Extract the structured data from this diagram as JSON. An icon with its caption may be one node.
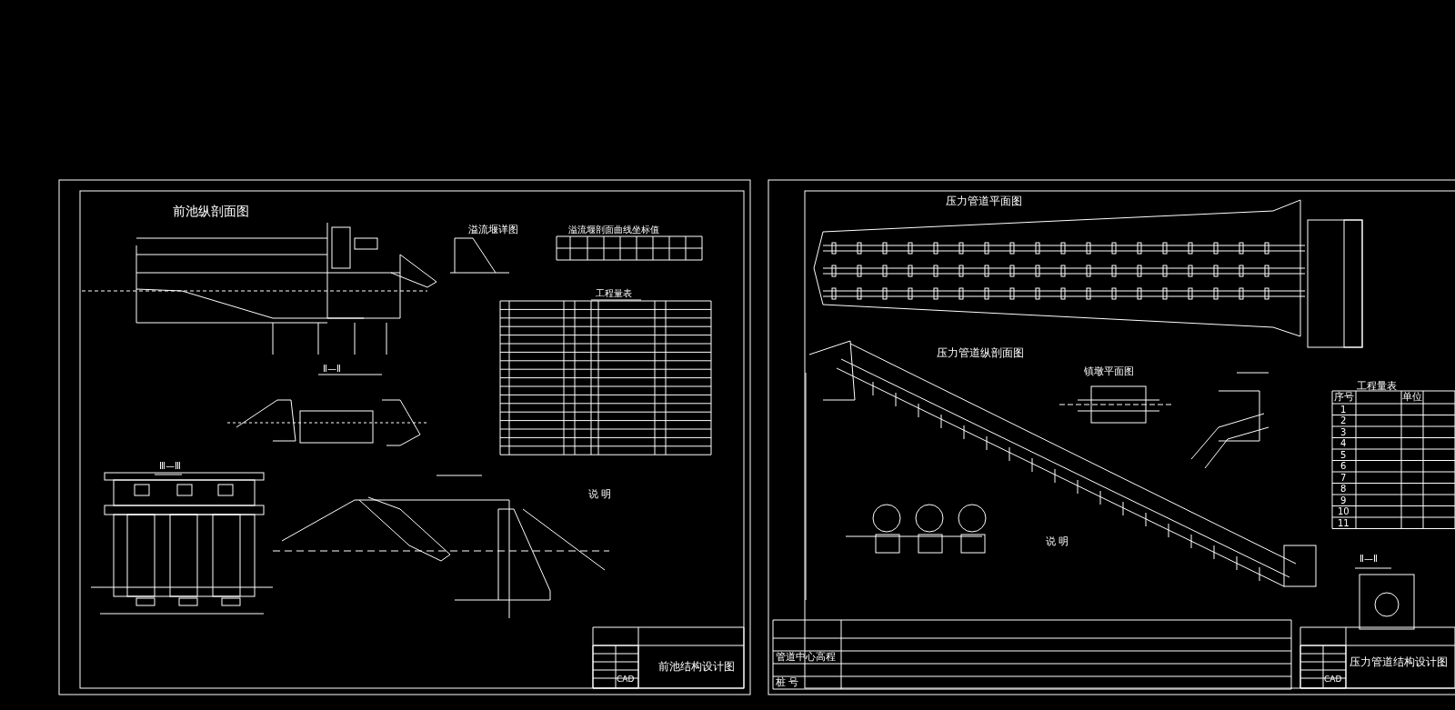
{
  "diagram": {
    "labels": [
      "前池纵剖面图",
      "溢流堰详图",
      "溢流堰剖面曲线坐标值",
      "工程量表",
      "Ⅱ—Ⅱ",
      "Ⅲ—Ⅲ",
      "说 明",
      "前池结构设计图",
      "CAD",
      "压力管道平面图",
      "压力管道纵剖面图",
      "镇墩平面图",
      "工程量表",
      "序号",
      "单位",
      "1",
      "2",
      "3",
      "4",
      "5",
      "6",
      "7",
      "8",
      "9",
      "10",
      "11",
      "Ⅱ—Ⅱ",
      "说 明",
      "管道中心高程",
      "桩 号",
      "压力管道结构设计图",
      "CAD"
    ]
  }
}
